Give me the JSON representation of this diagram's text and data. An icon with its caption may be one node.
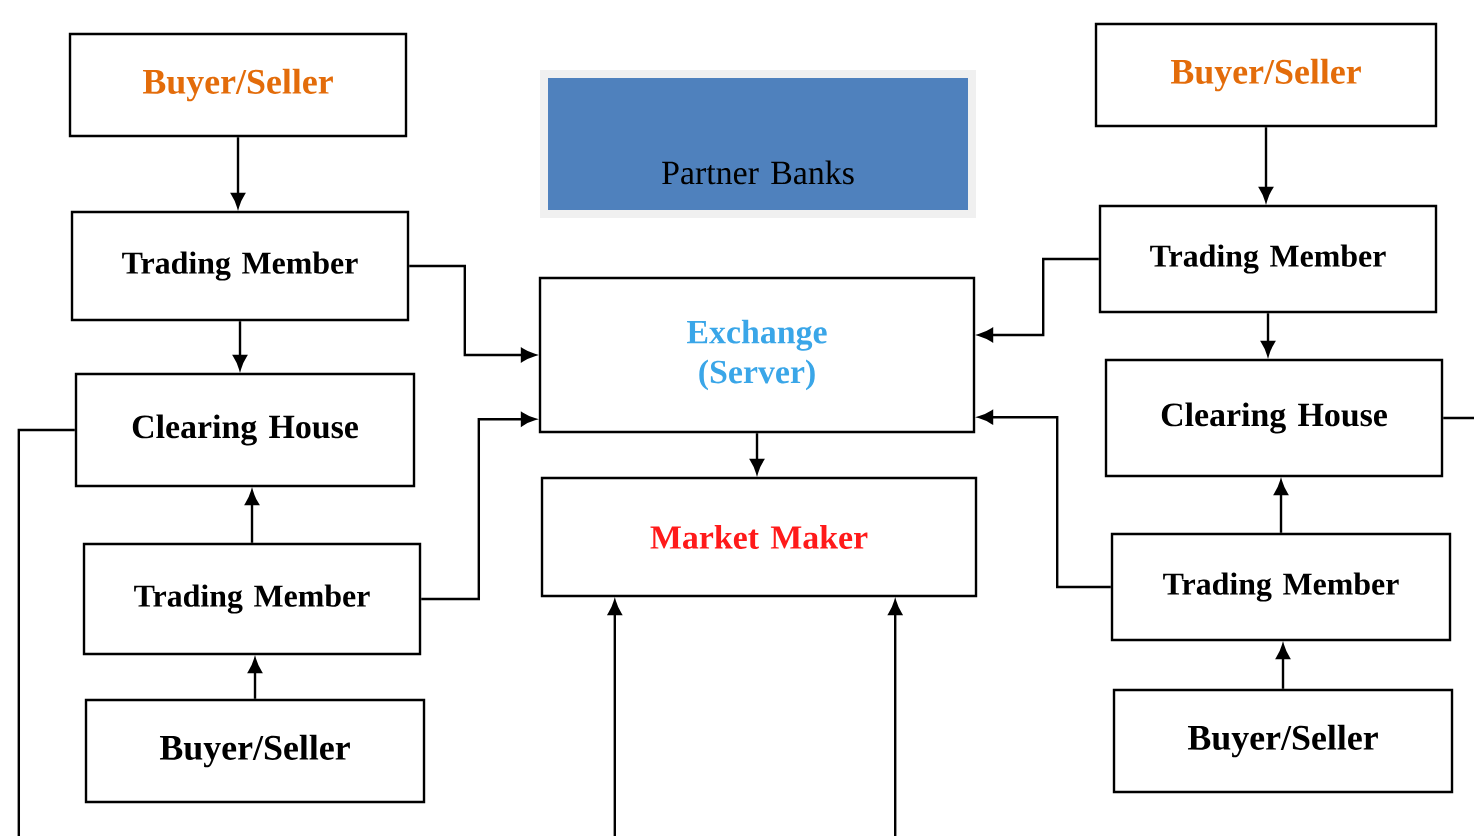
{
  "diagram": {
    "nodes": [
      {
        "text": [
          "Buyer/Seller"
        ]
      },
      {
        "text": [
          "Trading Member"
        ]
      },
      {
        "text": [
          "Clearing House"
        ]
      },
      {
        "text": [
          "Trading Member"
        ]
      },
      {
        "text": [
          "Buyer/Seller"
        ]
      },
      {
        "text": [
          "Partner Banks"
        ]
      },
      {
        "text": [
          "Exchange (Server)"
        ]
      },
      {
        "text": [
          "Market Maker"
        ]
      },
      {
        "text": [
          "Buyer/Seller"
        ]
      },
      {
        "text": [
          "Trading Member"
        ]
      },
      {
        "text": [
          "Clearing House"
        ]
      },
      {
        "text": [
          "Trading Member"
        ]
      },
      {
        "text": [
          "Buyer/Seller"
        ]
      }
    ],
    "edges": [
      {
        "from": 0,
        "to": 1,
        "arrow": "to"
      },
      {
        "from": 1,
        "to": 2,
        "arrow": "to"
      },
      {
        "from": 1,
        "to": 6,
        "arrow": "to"
      },
      {
        "from": 3,
        "to": 2,
        "arrow": "to"
      },
      {
        "from": 4,
        "to": 3,
        "arrow": "to"
      },
      {
        "from": 3,
        "to": 6,
        "arrow": "to"
      },
      {
        "from": 6,
        "to": 7,
        "arrow": "to"
      },
      {
        "from": 8,
        "to": 9,
        "arrow": "to"
      },
      {
        "from": 9,
        "to": 10,
        "arrow": "to"
      },
      {
        "from": 11,
        "to": 10,
        "arrow": "to"
      },
      {
        "from": 12,
        "to": 11,
        "arrow": "to"
      },
      {
        "from": 9,
        "to": 6,
        "arrow": "to"
      },
      {
        "from": 11,
        "to": 6,
        "arrow": "to"
      },
      {
        "from": 2,
        "to": null,
        "arrow": "none"
      },
      {
        "from": 10,
        "to": null,
        "arrow": "none"
      },
      {
        "from": null,
        "to": 7,
        "arrow": "to"
      },
      {
        "from": null,
        "to": 7,
        "arrow": "to"
      }
    ]
  }
}
